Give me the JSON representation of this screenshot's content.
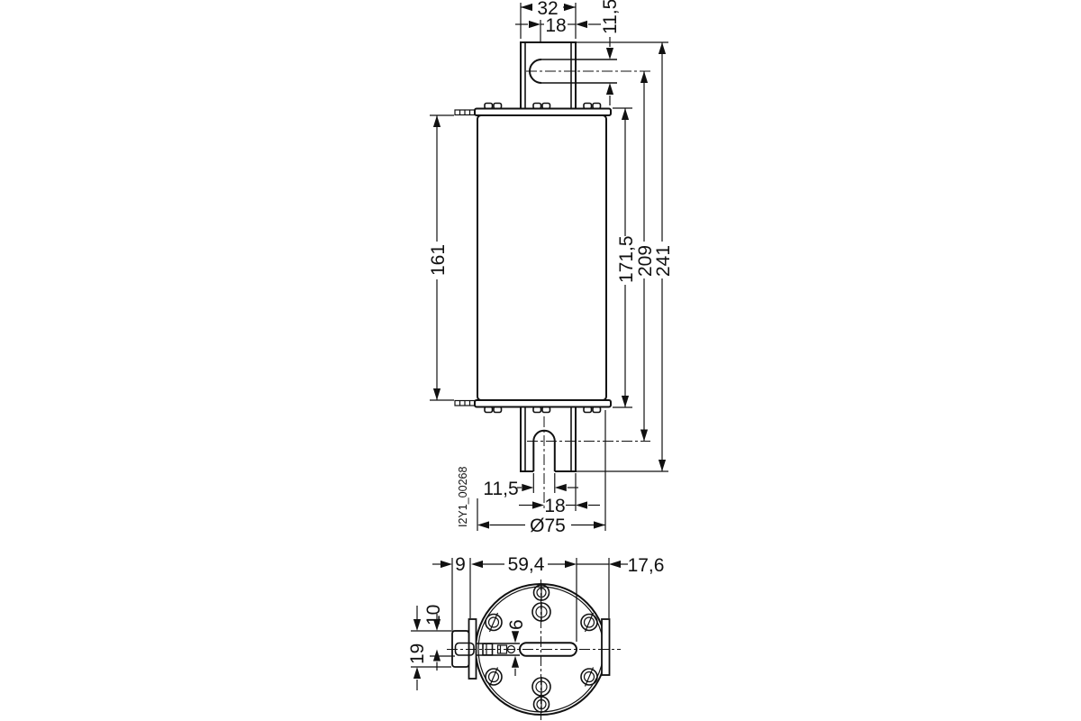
{
  "background": "#ffffff",
  "line_color": "#111111",
  "side_view": {
    "dims": {
      "blade_width": "32",
      "blade_slot_depth": "18",
      "blade_slot_width": "11,5",
      "body_length": "161",
      "cap_to_cap": "171,5",
      "slot_to_slot": "209",
      "overall_length": "241",
      "bottom_slot_width": "11,5",
      "bottom_slot_depth": "18",
      "diameter": "Ø75"
    }
  },
  "end_view": {
    "dims": {
      "grip_offset": "9",
      "slot_span": "59,4",
      "blade_depth": "17,6",
      "grip_top_offset": "10",
      "grip_height": "19",
      "indicator_slot_height": "6"
    }
  },
  "drawing_code": "I2Y1_00268"
}
